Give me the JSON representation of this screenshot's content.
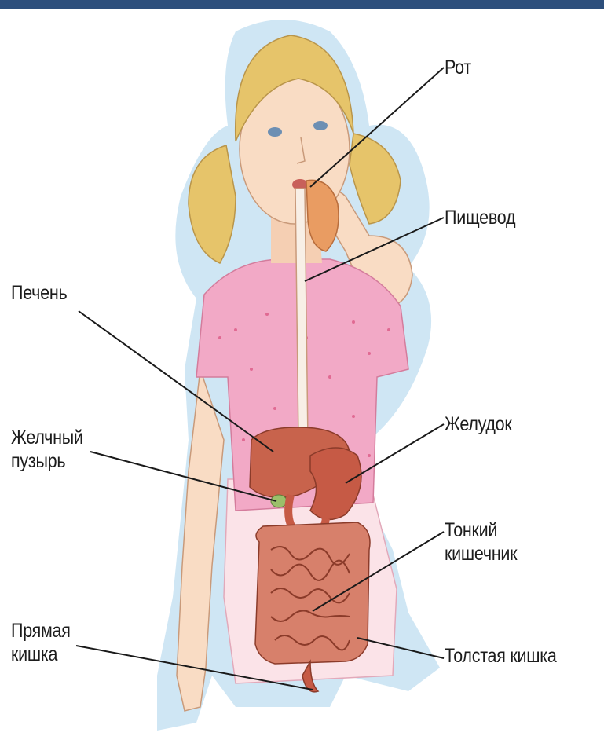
{
  "colors": {
    "outline_glow": "#cfe6f4",
    "skin": "#f9dcc4",
    "hair": "#e6c46a",
    "shirt": "#f2a9c6",
    "organ": "#c8634c",
    "stomach": "#c65a45",
    "intestine": "#d7806b",
    "leader_line": "#1a1a1a",
    "top_bar": "#2d4f7c"
  },
  "labels": {
    "rot": "Рот",
    "pishchevod": "Пищевод",
    "pechen": "Печень",
    "zheludok": "Желудок",
    "zhelchny_puzyr": "Желчный\nпузырь",
    "tonkiy_kishechnik": "Тонкий\nкишечник",
    "pryamaya_kishka": "Прямая\nкишка",
    "tolstaya_kishka": "Толстая  кишка"
  }
}
